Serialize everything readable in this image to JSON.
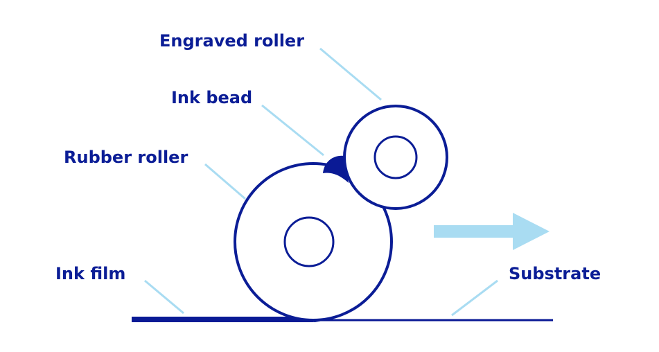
{
  "labels": {
    "engraved_roller": "Engraved roller",
    "ink_bead": "Ink bead",
    "rubber_roller": "Rubber roller",
    "ink_film": "Ink film",
    "substrate": "Substrate"
  },
  "colors": {
    "roller_outline": "#0b1d96",
    "ink": "#0a1a95",
    "label_text": "#0b1d96",
    "leader_line": "#a9dcf2",
    "motion_arrow": "#a9dcf2",
    "background": "#ffffff"
  }
}
